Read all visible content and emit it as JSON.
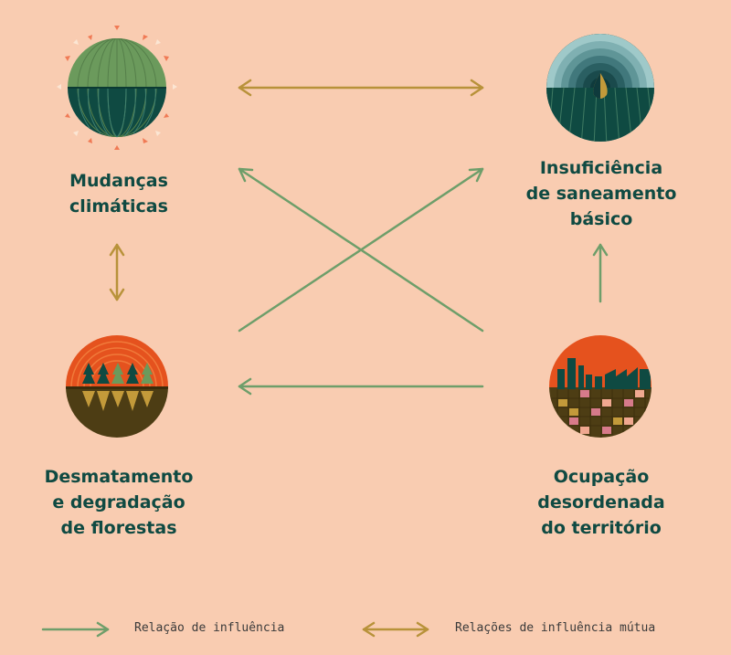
{
  "nodes": {
    "mudancas": {
      "label": "Mudanças\nclimáticas",
      "icon": "globe-sun-icon"
    },
    "saneamento": {
      "label": "Insuficiência\nde saneamento\nbásico",
      "icon": "water-drop-icon"
    },
    "desmatamento": {
      "label": "Desmatamento\ne degradação\nde florestas",
      "icon": "forest-icon"
    },
    "ocupacao": {
      "label": "Ocupação\ndesordenada\ndo território",
      "icon": "city-grid-icon"
    }
  },
  "legend": {
    "influence": "Relação de influência",
    "mutual": "Relações de influência mútua"
  },
  "colors": {
    "background": "#f9ccb1",
    "text": "#0f4a42",
    "influence_arrow": "#6e9e6a",
    "mutual_arrow": "#b8923a",
    "dark_green": "#0f4a42",
    "orange": "#e5521e",
    "brown": "#4d3d14"
  }
}
